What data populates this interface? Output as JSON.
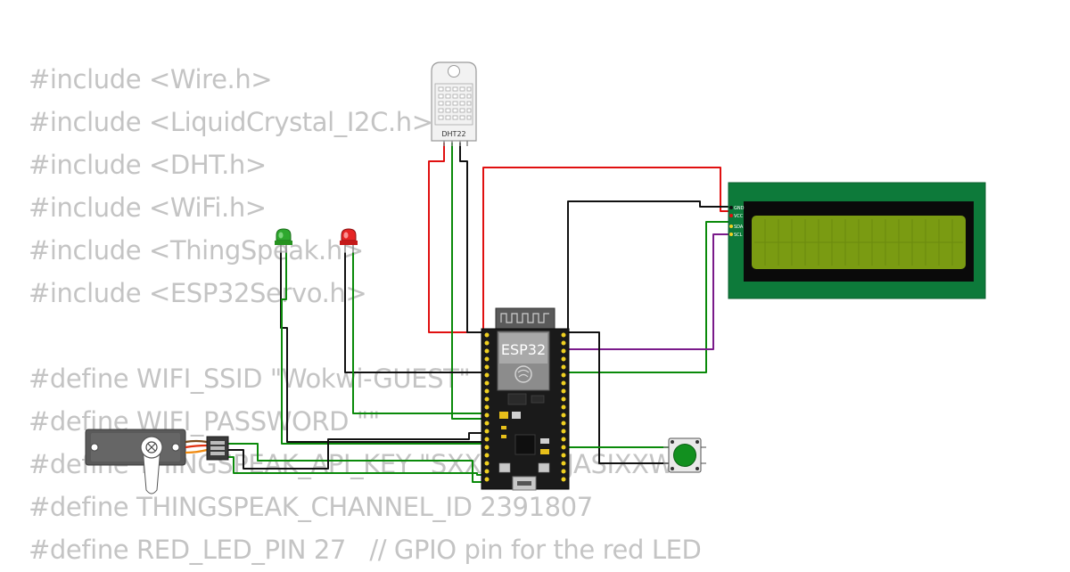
{
  "code_lines": [
    "#include <Wire.h>",
    "#include <LiquidCrystal_I2C.h>",
    "#include <DHT.h>",
    "#include <WiFi.h>",
    "#include <ThingSpeak.h>",
    "#include <ESP32Servo.h>",
    "",
    "#define WIFI_SSID \"Wokwi-GUEST\"",
    "#define WIFI_PASSWORD \"\"",
    "#define THINGSPEAK_API_KEY \"SXXXXHZLJASIXXW\"",
    "#define THINGSPEAK_CHANNEL_ID 2391807",
    "#define RED_LED_PIN 27   // GPIO pin for the red LED"
  ],
  "components": {
    "dht_label": "DHT22",
    "esp32_label": "ESP32",
    "lcd_pins": [
      "GND",
      "VCC",
      "SDA",
      "SCL"
    ]
  },
  "colors": {
    "code_text": "#c4c4c4",
    "wire_red": "#e01010",
    "wire_black": "#111111",
    "wire_green": "#0a8a0a",
    "wire_purple": "#7a1a8a",
    "lcd_pcb": "#0d7a3a",
    "lcd_screen": "#7a9b12",
    "esp_board": "#1a1a1a",
    "button_cap": "#12901f",
    "led_green": "#2ea82e",
    "led_red": "#e62525"
  }
}
